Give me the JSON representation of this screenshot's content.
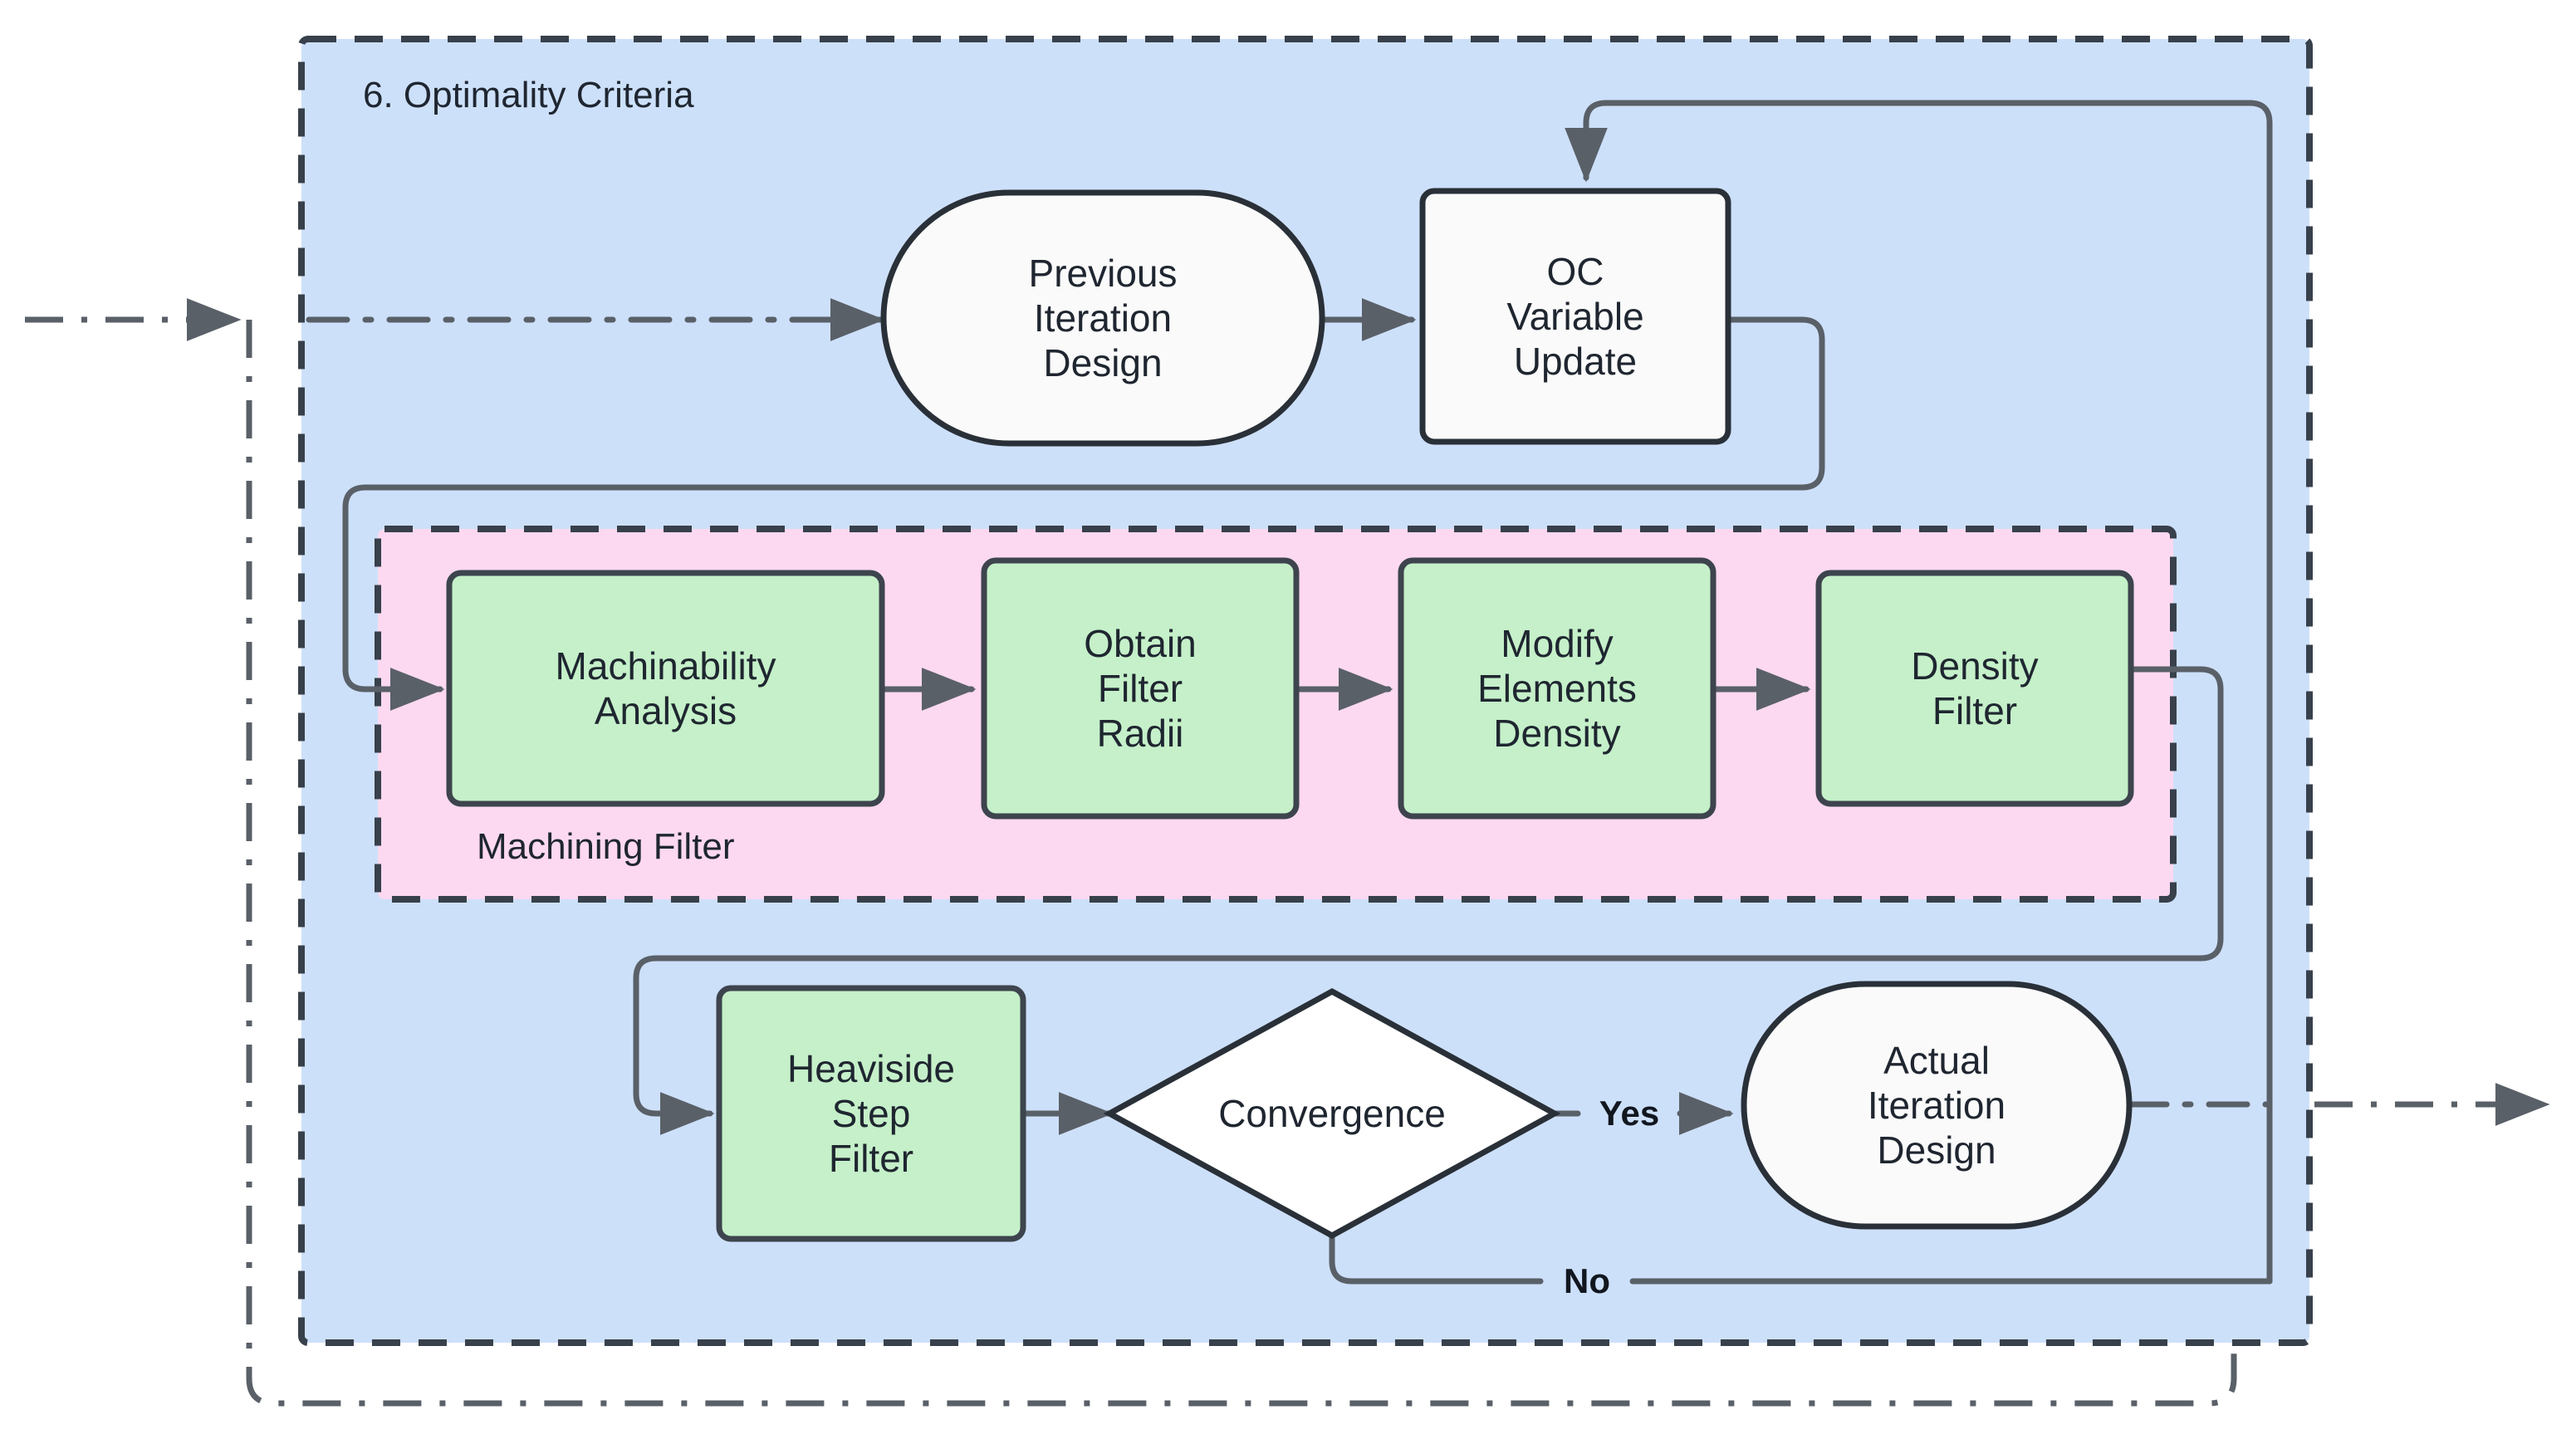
{
  "diagram": {
    "type": "flowchart",
    "title": "6. Optimality Criteria",
    "colors": {
      "outer_container_fill": "#cde0fa",
      "subgraph_fill": "#fcd9f0",
      "process_fill": "#c5f0c9",
      "terminal_fill": "#fafafa",
      "decision_fill": "#ffffff",
      "stroke": "#3f4a57",
      "edge": "#5a6068",
      "text": "#1f2630"
    },
    "containers": [
      {
        "id": "oc",
        "label": "6. Optimality Criteria",
        "style": "dashed",
        "fill": "#cde0fa"
      },
      {
        "id": "machining",
        "label": "Machining Filter",
        "style": "dashed",
        "fill": "#fcd9f0"
      }
    ],
    "nodes": [
      {
        "id": "prev",
        "label": "Previous Iteration Design",
        "lines": [
          "Previous",
          "Iteration",
          "Design"
        ],
        "shape": "stadium",
        "fill": "#fafafa"
      },
      {
        "id": "ocvar",
        "label": "OC Variable Update",
        "lines": [
          "OC",
          "Variable",
          "Update"
        ],
        "shape": "rect",
        "fill": "#fafafa"
      },
      {
        "id": "machana",
        "label": "Machinability Analysis",
        "lines": [
          "Machinability",
          "Analysis"
        ],
        "shape": "rect",
        "fill": "#c5f0c9"
      },
      {
        "id": "radii",
        "label": "Obtain Filter Radii",
        "lines": [
          "Obtain",
          "Filter",
          "Radii"
        ],
        "shape": "rect",
        "fill": "#c5f0c9"
      },
      {
        "id": "modify",
        "label": "Modify Elements Density",
        "lines": [
          "Modify",
          "Elements",
          "Density"
        ],
        "shape": "rect",
        "fill": "#c5f0c9"
      },
      {
        "id": "densfilt",
        "label": "Density Filter",
        "lines": [
          "Density",
          "Filter"
        ],
        "shape": "rect",
        "fill": "#c5f0c9"
      },
      {
        "id": "heavi",
        "label": "Heaviside Step Filter",
        "lines": [
          "Heaviside",
          "Step",
          "Filter"
        ],
        "shape": "rect",
        "fill": "#c5f0c9"
      },
      {
        "id": "conv",
        "label": "Convergence",
        "lines": [
          "Convergence"
        ],
        "shape": "diamond",
        "fill": "#ffffff"
      },
      {
        "id": "actual",
        "label": "Actual Iteration Design",
        "lines": [
          "Actual",
          "Iteration",
          "Design"
        ],
        "shape": "stadium",
        "fill": "#fafafa"
      }
    ],
    "edges": [
      {
        "from": "external-in",
        "to": "prev",
        "label": "",
        "style": "dashdot"
      },
      {
        "from": "prev",
        "to": "ocvar",
        "label": "",
        "style": "solid"
      },
      {
        "from": "ocvar",
        "to": "machana",
        "label": "",
        "style": "solid"
      },
      {
        "from": "machana",
        "to": "radii",
        "label": "",
        "style": "solid"
      },
      {
        "from": "radii",
        "to": "modify",
        "label": "",
        "style": "solid"
      },
      {
        "from": "modify",
        "to": "densfilt",
        "label": "",
        "style": "solid"
      },
      {
        "from": "densfilt",
        "to": "heavi",
        "label": "",
        "style": "solid"
      },
      {
        "from": "heavi",
        "to": "conv",
        "label": "",
        "style": "solid"
      },
      {
        "from": "conv",
        "to": "actual",
        "label": "Yes",
        "style": "solid"
      },
      {
        "from": "conv",
        "to": "ocvar",
        "label": "No",
        "style": "solid"
      },
      {
        "from": "actual",
        "to": "external-out",
        "label": "",
        "style": "dashdot"
      }
    ],
    "edge_labels": {
      "yes": "Yes",
      "no": "No"
    }
  }
}
